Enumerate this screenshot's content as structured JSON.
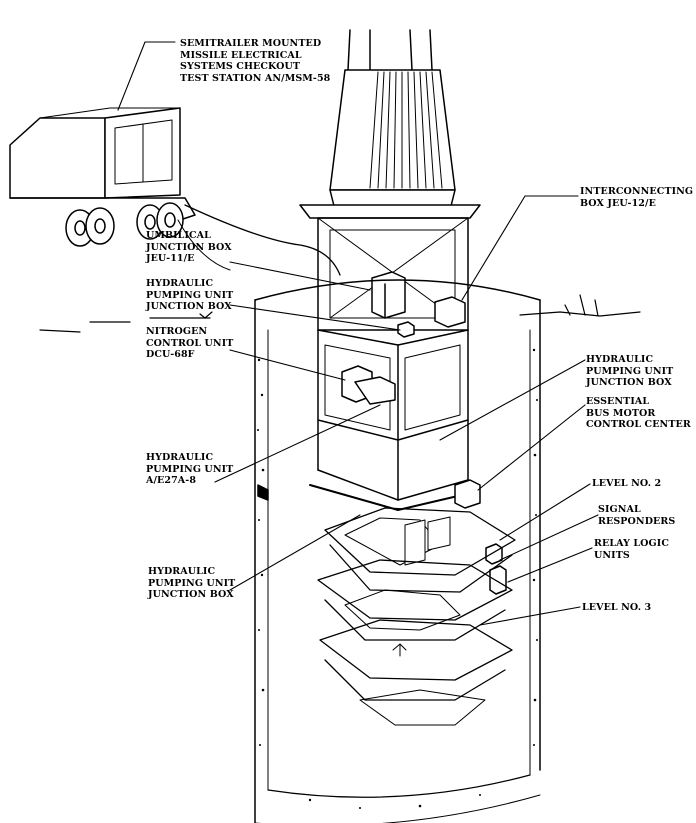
{
  "colors": {
    "ink": "#000000",
    "paper": "#ffffff"
  },
  "labels": {
    "test_station": [
      "SEMITRAILER MOUNTED",
      "MISSILE ELECTRICAL",
      "SYSTEMS CHECKOUT",
      "TEST STATION AN/MSM-58"
    ],
    "interconnecting_box": [
      "INTERCONNECTING",
      "BOX JEU-12/E"
    ],
    "umbilical_box": [
      "UMBILICAL",
      "JUNCTION BOX",
      "JEU-11/E"
    ],
    "hyd_pump_jbox_top": [
      "HYDRAULIC",
      "PUMPING UNIT",
      "JUNCTION BOX"
    ],
    "nitrogen_unit": [
      "NITROGEN",
      "CONTROL UNIT",
      "DCU-68F"
    ],
    "hyd_pump_jbox_right": [
      "HYDRAULIC",
      "PUMPING UNIT",
      "JUNCTION BOX"
    ],
    "essential_bus": [
      "ESSENTIAL",
      "BUS MOTOR",
      "CONTROL CENTER"
    ],
    "hyd_pump_unit": [
      "HYDRAULIC",
      "PUMPING UNIT",
      "A/E27A-8"
    ],
    "level_2": [
      "LEVEL NO. 2"
    ],
    "signal_responders": [
      "SIGNAL",
      "RESPONDERS"
    ],
    "relay_logic": [
      "RELAY LOGIC",
      "UNITS"
    ],
    "hyd_pump_jbox_bottom": [
      "HYDRAULIC",
      "PUMPING UNIT",
      "JUNCTION BOX"
    ],
    "level_3": [
      "LEVEL NO. 3"
    ]
  }
}
